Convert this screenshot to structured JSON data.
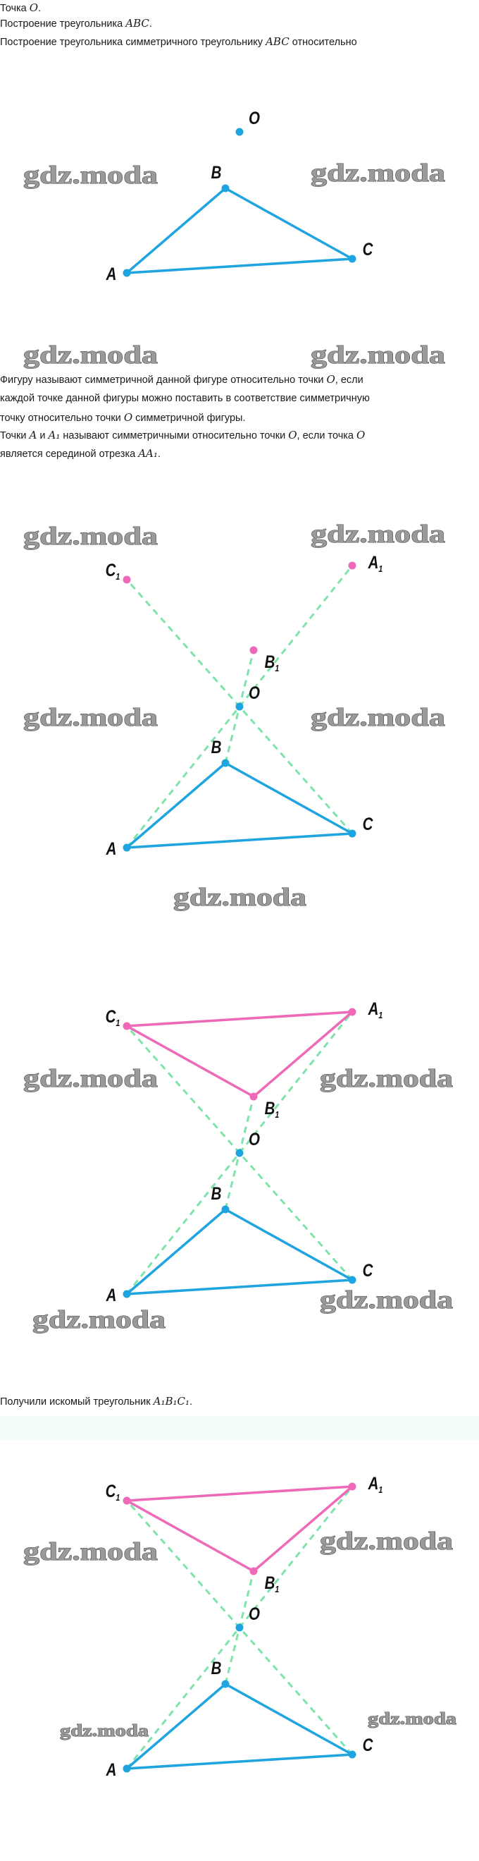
{
  "text": {
    "p1": {
      "a": "Точка ",
      "m": "O",
      "b": "."
    },
    "p2": {
      "a": "Построение треугольника ",
      "m": "ABC",
      "b": "."
    },
    "p3": {
      "a": "Построение треугольника симметричного треугольнику ",
      "m": "ABC",
      "b": " относительно"
    },
    "def1": {
      "a": "Фигуру называют симметричной данной фигуре относительно точки ",
      "m": "O",
      "b": ", если"
    },
    "def2": {
      "a": "каждой точке данной фигуры можно поставить в соответствие симметричную"
    },
    "def3": {
      "a": "точку относительно точки ",
      "m": "O",
      "b": " симметричной фигуры."
    },
    "def4": {
      "a": "Точки ",
      "m1": "A",
      "b": " и ",
      "m2": "A₁",
      "c": " называют симметричными относительно точки ",
      "m3": "O",
      "d": ", если точка ",
      "m4": "O"
    },
    "def5": {
      "a": "является серединой отрезка ",
      "m": "AA₁",
      "b": "."
    },
    "result": {
      "a": "Получили искомый треугольник ",
      "m": "A₁B₁C₁",
      "b": "."
    }
  },
  "labels": {
    "O": "O",
    "A": "A",
    "B": "B",
    "C": "C",
    "A1": "A",
    "B1": "B",
    "C1": "C",
    "sub": "1"
  },
  "watermark": {
    "text": "gdz.moda"
  },
  "colors": {
    "original": "#1ea5df",
    "symmetric": "#ee6ab8",
    "construction": "#7fe3aa",
    "text": "#1a1a1a"
  }
}
